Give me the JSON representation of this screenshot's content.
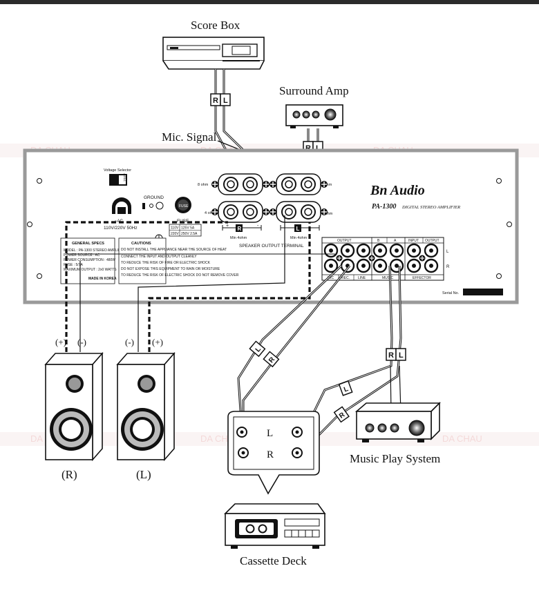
{
  "labels": {
    "score_box": "Score Box",
    "surround_amp": "Surround Amp",
    "mic_signal": "Mic. Signal",
    "music_play_system": "Music Play System",
    "cassette_deck": "Cassette Deck",
    "speaker_r": "(R)",
    "speaker_l": "(L)",
    "plus": "(+)",
    "minus": "(-)",
    "plug_r": "R",
    "plug_l": "L",
    "deck_l": "L",
    "deck_r": "R"
  },
  "amplifier": {
    "brand": "Bn Audio",
    "model": "PA-1300",
    "model_desc": "DIGITAL STEREO AMPLIFIER",
    "voltage_selector": "Voltage Selector",
    "voltage_value": "220V",
    "ground": "GROUND",
    "ac_label": "~AC",
    "ac_spec": "110V/220V  50Hz",
    "fuse_label": "FUSE",
    "fuse_table": [
      [
        "110V",
        "125V 5A"
      ],
      [
        "220V",
        "250V 2.5A"
      ]
    ],
    "ohm_8_left": "8 ohm",
    "ohm_4_left": "4 ohm",
    "ohm_8_right": "8 ohm",
    "ohm_4_right": "4 ohm",
    "min_4ohm_left": "Min 4ohm",
    "min_4ohm_right": "Min 4ohm",
    "speaker_output_terminal": "SPEAKER OUTPUT TERMINAL",
    "general_specs_title": "GENERAL SPECS",
    "general_specs": [
      "MODEL : PA-1300 STEREO AMPLIFIER",
      "POWER SOURCE : AC",
      "POWER CONSUMPTION : 480W",
      "FUSE : 5/7A",
      "MAXIMUM OUTPUT : 2x0 WATTS"
    ],
    "made_in": "MADE IN KOREA",
    "cautions_title": "CAUTIONS",
    "cautions": [
      "DO NOT INSTALL THE APPLIANCE NEAR THE SOURCE OF HEAT",
      "CONNECT THE INPUT AND OUTPUT CLEANLY",
      "TO REDUCE THE RISK OF FIRE OR ELECTRIC SHOCK",
      "DO NOT EXPOSE THIS EQUIPMENT TO RAIN OR MOISTURE",
      "TO REDUCE THE RISK OF ELECTRIC SHOCK DO NOT REMOVE COVER"
    ],
    "output_label": "OUTPUT",
    "mic_label": "MIC",
    "rec_label": "REC.",
    "line_label": "LINE",
    "music_label": "MUSIC",
    "b_label": "B",
    "a_label": "A",
    "input_label": "INPUT",
    "output2_label": "OUTPUT",
    "effector_label": "EFFECTOR",
    "l_side": "L",
    "r_side": "R",
    "serial": "Serial No.",
    "plus_sign": "+",
    "minus_sign": "-"
  },
  "watermark": "DA CHAU",
  "colors": {
    "line": "#111111",
    "panel": "#9a9a9a",
    "panel_fill": "#ffffff"
  }
}
